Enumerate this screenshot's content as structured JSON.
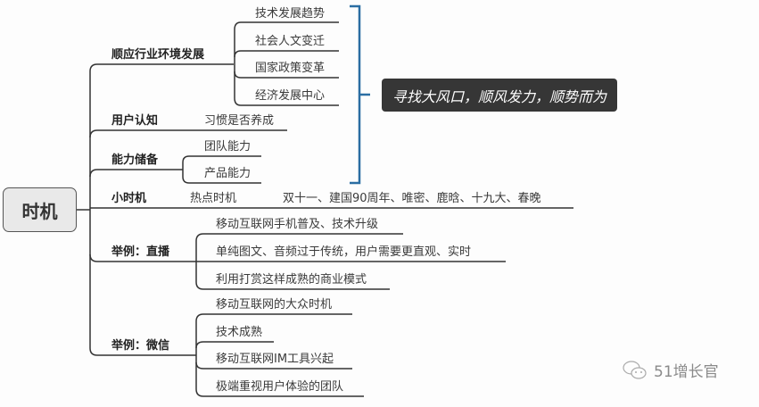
{
  "root": {
    "label": "时机"
  },
  "callout": {
    "label": "寻找大风口，顺风发力，顺势而为",
    "bg": "#363636",
    "bracket_color": "#2b6ea3"
  },
  "branches": [
    {
      "label": "顺应行业环境发展",
      "children": [
        "技术发展趋势",
        "社会人文变迁",
        "国家政策变革",
        "经济发展中心"
      ]
    },
    {
      "label": "用户认知",
      "children": [
        "习惯是否养成"
      ]
    },
    {
      "label": "能力储备",
      "children": [
        "团队能力",
        "产品能力"
      ]
    },
    {
      "label": "小时机",
      "children": [
        "热点时机"
      ],
      "detail": "双十一、建国90周年、唯密、鹿晗、十九大、春晚"
    },
    {
      "label": "举例：直播",
      "children": [
        "移动互联网手机普及、技术升级",
        "单纯图文、音频过于传统，用户需要更直观、实时",
        "利用打赏这样成熟的商业模式"
      ]
    },
    {
      "label": "举例：微信",
      "children": [
        "移动互联网的大众时机",
        "技术成熟",
        "移动互联网IM工具兴起",
        "极端重视用户体验的团队"
      ]
    }
  ],
  "watermark": {
    "label": "51增长官",
    "icon": "wechat-icon"
  }
}
